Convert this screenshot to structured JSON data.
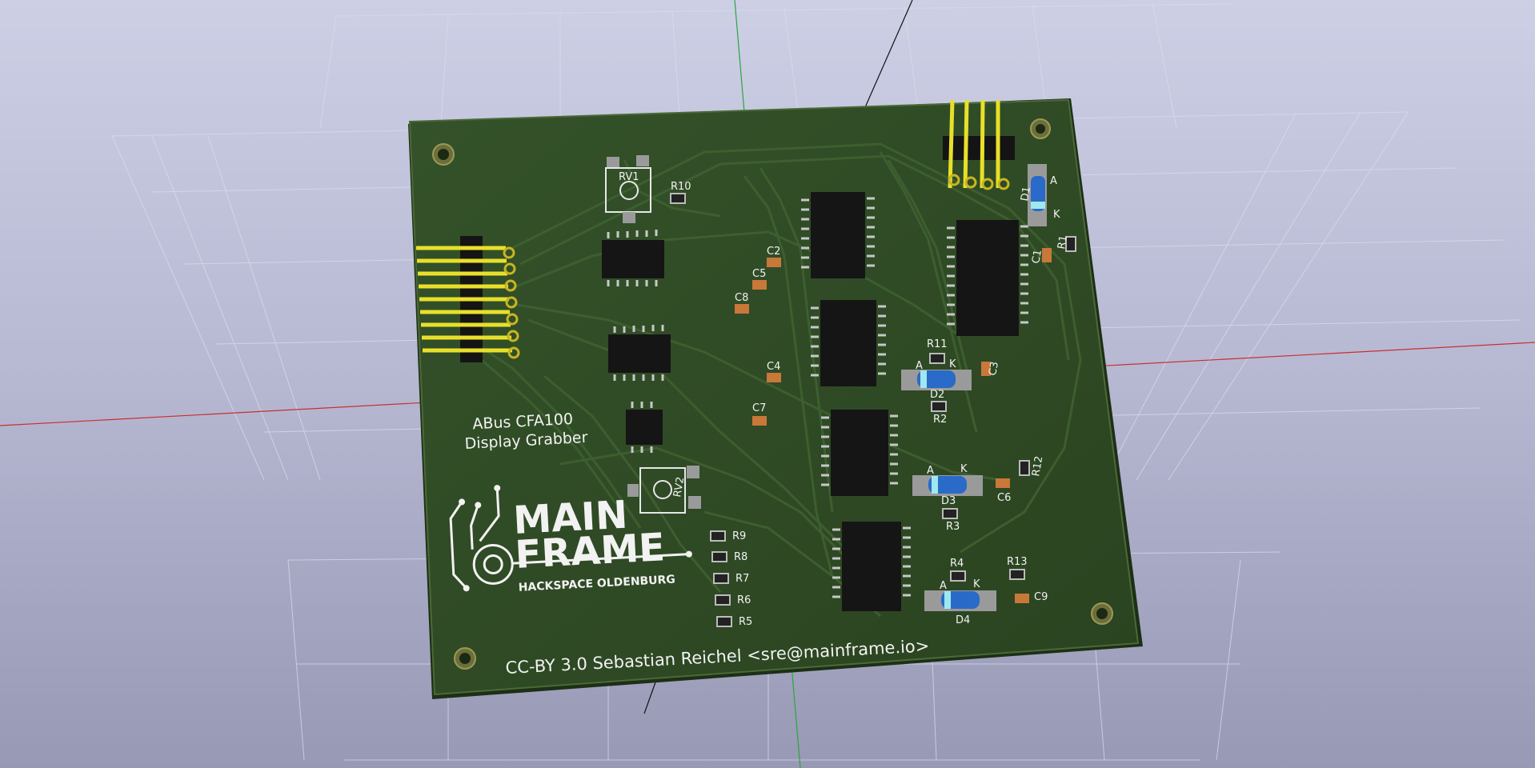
{
  "board": {
    "title_line1": "ABus CFA100",
    "title_line2": "Display Grabber",
    "logo_main": "MAIN",
    "logo_frame": "FRAME",
    "logo_sub": "HACKSPACE OLDENBURG",
    "license": "CC-BY 3.0 Sebastian Reichel <sre@mainframe.io>"
  },
  "refs": {
    "rv1": "RV1",
    "rv2": "RV2",
    "r10": "R10",
    "c2": "C2",
    "c5": "C5",
    "c8": "C8",
    "c4": "C4",
    "c7": "C7",
    "r9": "R9",
    "r8": "R8",
    "r7": "R7",
    "r6": "R6",
    "r5": "R5",
    "d1": "D1",
    "a1": "A",
    "k1": "K",
    "c1": "C1",
    "r1": "R1",
    "r11": "R11",
    "c3": "C3",
    "d2": "D2",
    "r2": "R2",
    "d3": "D3",
    "r3": "R3",
    "c6": "C6",
    "r12": "R12",
    "r4": "R4",
    "r13": "R13",
    "d4": "D4",
    "c9": "C9",
    "a": "A",
    "k": "K"
  },
  "colors": {
    "pcb": "#2f4a22",
    "silkscreen": "#f2f2f2",
    "pins": "#e8e02a",
    "ic": "#151515",
    "background": "#b8bad4"
  }
}
